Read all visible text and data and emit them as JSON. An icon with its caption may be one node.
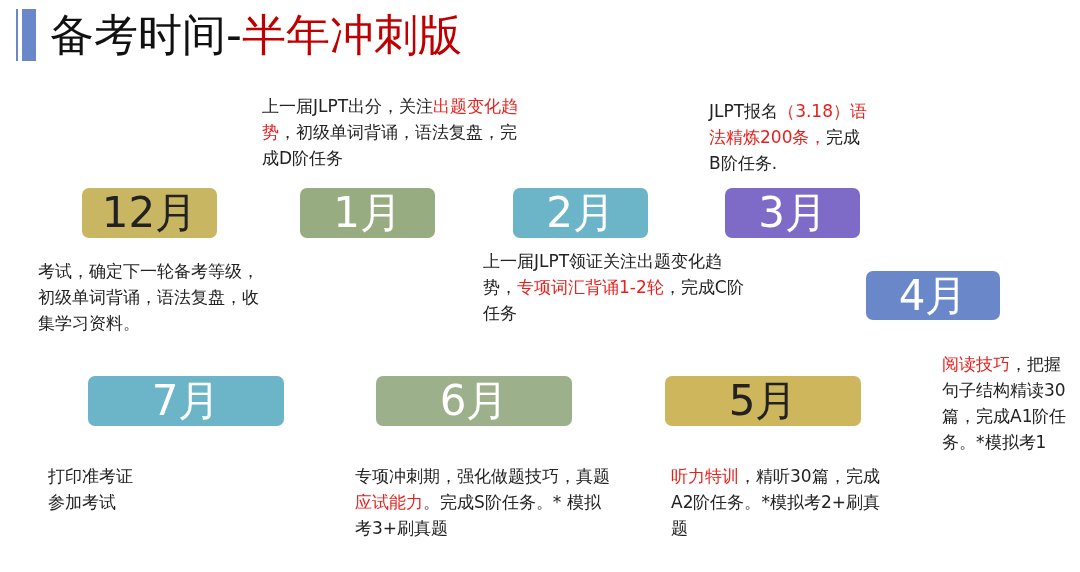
{
  "diagram": {
    "title": "备考时间-**半年冲刺版**",
    "nodes": [
      {
        "text": [
          "12月"
        ],
        "beside": [
          "考试，确定下一轮备考等级，初级单词背诵，语法复盘，收集学习资料。"
        ]
      },
      {
        "text": [
          "1月"
        ],
        "beside": [
          "上一届JLPT出分，关注**出题变化趋势**，初级单词背诵，语法复盘，完成D阶任务"
        ]
      },
      {
        "text": [
          "2月"
        ],
        "beside": [
          "上一届JLPT领证关注出题变化趋势，**专项词汇背诵1-2轮**，完成C阶任务"
        ]
      },
      {
        "text": [
          "3月"
        ],
        "beside": [
          "JLPT报名**（3.18）语法精炼200条，**完成B阶任务."
        ]
      },
      {
        "text": [
          "4月"
        ],
        "beside": [
          "**阅读技巧**，把握句子结构精读30篇，完成A1阶任务。*模拟考1"
        ]
      },
      {
        "text": [
          "7月"
        ],
        "beside": [
          "打印准考证参加考试"
        ]
      },
      {
        "text": [
          "6月"
        ],
        "beside": [
          "专项冲刺期，强化做题技巧，真题**应试能力**。完成S阶任务。* 模拟考3+刷真题"
        ]
      },
      {
        "text": [
          "5月"
        ],
        "beside": [
          "**听力特训**，精听30篇，完成A2阶任务。*模拟考2+刷真题"
        ]
      }
    ]
  }
}
